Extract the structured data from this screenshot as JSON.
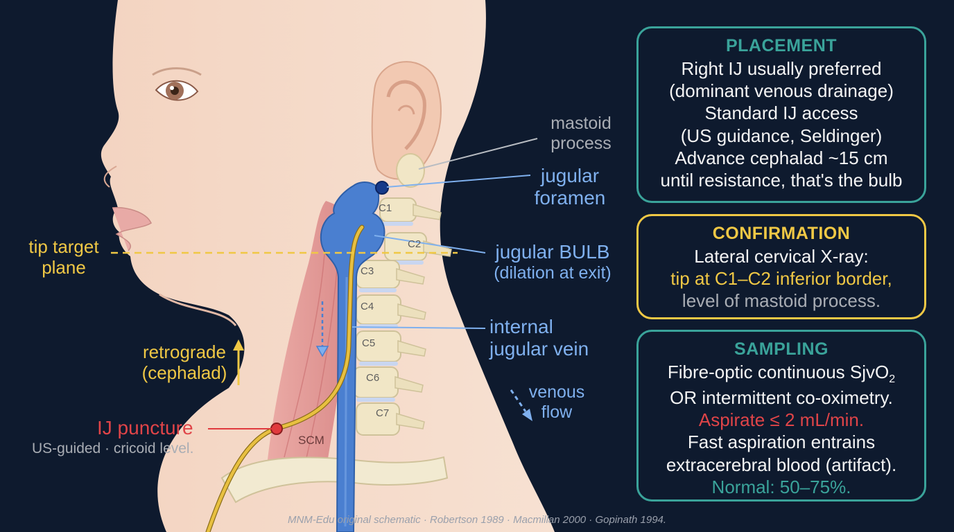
{
  "labels": {
    "mastoid_process": [
      "mastoid",
      "process"
    ],
    "jugular_foramen": [
      "jugular",
      "foramen"
    ],
    "jugular_bulb": [
      "jugular BULB",
      "(dilation at exit)"
    ],
    "internal_jugular_vein": [
      "internal",
      "jugular vein"
    ],
    "venous_flow": [
      "venous",
      "flow"
    ],
    "tip_target_plane": [
      "tip target",
      "plane"
    ],
    "retrograde": [
      "retrograde",
      "(cephalad)"
    ],
    "ij_puncture": "IJ puncture",
    "us_guided": "US-guided · cricoid level.",
    "scm": "SCM"
  },
  "vertebrae": [
    "C1",
    "C2",
    "C3",
    "C4",
    "C5",
    "C6",
    "C7"
  ],
  "boxes": {
    "placement": {
      "title": "PLACEMENT",
      "lines": [
        "Right IJ usually preferred",
        "(dominant venous drainage)",
        "Standard IJ access",
        "(US guidance, Seldinger)",
        "Advance cephalad ~15 cm",
        "until resistance, that's the bulb"
      ]
    },
    "confirmation": {
      "title": "CONFIRMATION",
      "line1": "Lateral cervical X-ray:",
      "line2": "tip at C1–C2 inferior border,",
      "line3": "level of mastoid process."
    },
    "sampling": {
      "title": "SAMPLING",
      "line1_main": "Fibre-optic continuous SjvO",
      "line1_sub": "2",
      "line2": "OR intermittent co-oximetry.",
      "line3": "Aspirate ≤ 2 mL/min.",
      "line4": "Fast aspiration entrains",
      "line5": "extracerebral blood (artifact).",
      "line6": "Normal: 50–75%."
    }
  },
  "footer": "MNM-Edu original schematic · Robertson 1989 · Macmillan 2000 · Gopinath 1994.",
  "colors": {
    "background": "#0e1a2e",
    "skin": "#f6dccb",
    "vein": "#4a7fd0",
    "catheter": "#e8c040",
    "teal": "#3aa39a",
    "yellow": "#f0c845",
    "red": "#e04448",
    "blue_label": "#7fb0ee",
    "gray_label": "#a9adb4"
  }
}
